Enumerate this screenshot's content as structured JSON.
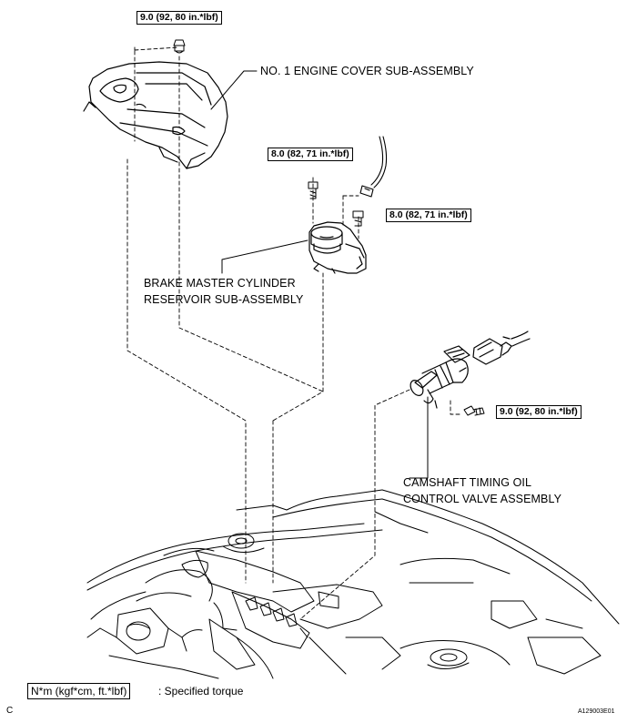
{
  "torque": {
    "engine_cover_nut": "9.0 (92, 80 in.*lbf)",
    "reservoir_bolt_top": "8.0 (82, 71 in.*lbf)",
    "reservoir_bolt_side": "8.0 (82, 71 in.*lbf)",
    "ocv_bolt": "9.0 (92, 80 in.*lbf)"
  },
  "labels": {
    "engine_cover": "NO. 1 ENGINE COVER SUB-ASSEMBLY",
    "reservoir_line1": "BRAKE MASTER CYLINDER",
    "reservoir_line2": "RESERVOIR SUB-ASSEMBLY",
    "ocv_line1": "CAMSHAFT TIMING OIL",
    "ocv_line2": "CONTROL VALVE ASSEMBLY"
  },
  "legend": {
    "unit": "N*m (kgf*cm, ft.*lbf)",
    "description": ": Specified torque"
  },
  "footer": {
    "section_letter": "C",
    "figure_id": "A129003E01"
  }
}
